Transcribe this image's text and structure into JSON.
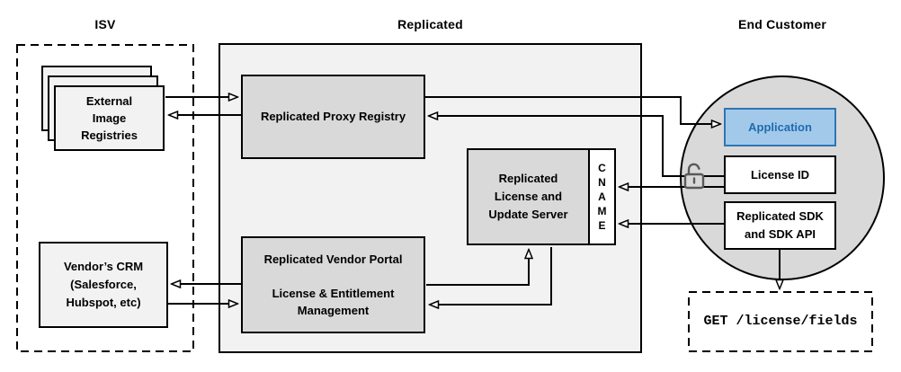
{
  "sections": {
    "isv": {
      "label": "ISV"
    },
    "replicated": {
      "label": "Replicated"
    },
    "end_customer": {
      "label": "End Customer"
    }
  },
  "nodes": {
    "external_image_registries": {
      "label": "External\nImage\nRegistries"
    },
    "vendors_crm": {
      "label": "Vendor’s CRM\n(Salesforce,\nHubspot, etc)"
    },
    "replicated_proxy_registry": {
      "label": "Replicated Proxy Registry"
    },
    "replicated_license_update_server": {
      "label": "Replicated\nLicense and\nUpdate Server"
    },
    "cname": {
      "label": "CNAME"
    },
    "replicated_vendor_portal": {
      "label": "Replicated Vendor Portal\n\nLicense & Entitlement\nManagement"
    },
    "application": {
      "label": "Application"
    },
    "license_id": {
      "label": "License ID"
    },
    "replicated_sdk": {
      "label": "Replicated SDK\nand SDK API"
    },
    "get_license_fields": {
      "label": "GET /license/fields"
    }
  },
  "icons": {
    "unlock": "open-padlock-icon"
  },
  "colors": {
    "application_fill": "#a3c9ea",
    "application_border": "#2e75b6",
    "application_text": "#1e6bb0",
    "node_fill": "#d9d9d9",
    "container_fill": "#f2f2f2",
    "light_fill": "#f2f2f2",
    "circle_fill": "#d9d9d9",
    "line_color": "#000000",
    "lock_color": "#595959"
  },
  "connections": [
    {
      "from": "external_image_registries",
      "to": "replicated_proxy_registry"
    },
    {
      "from": "replicated_proxy_registry",
      "to": "external_image_registries"
    },
    {
      "from": "replicated_proxy_registry",
      "to": "application"
    },
    {
      "from": "license_id",
      "to": "replicated_proxy_registry"
    },
    {
      "from": "license_id",
      "to": "cname"
    },
    {
      "from": "replicated_sdk",
      "to": "cname"
    },
    {
      "from": "replicated_vendor_portal",
      "to": "vendors_crm"
    },
    {
      "from": "vendors_crm",
      "to": "replicated_vendor_portal"
    },
    {
      "from": "replicated_vendor_portal",
      "to": "replicated_license_update_server"
    },
    {
      "from": "replicated_license_update_server",
      "to": "replicated_vendor_portal"
    },
    {
      "from": "replicated_sdk",
      "to": "get_license_fields"
    }
  ]
}
